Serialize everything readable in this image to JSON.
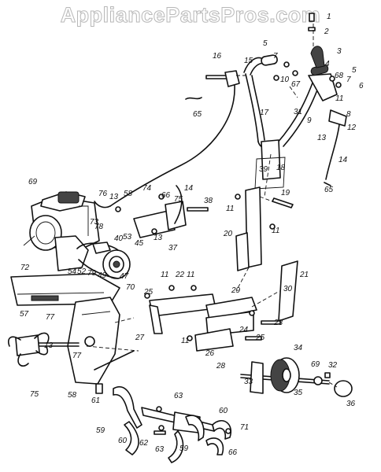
{
  "watermark": "AppliancePartsPros.com",
  "callouts": [
    {
      "id": "c1",
      "label": "1"
    },
    {
      "id": "c2",
      "label": "2"
    },
    {
      "id": "c3",
      "label": "3"
    },
    {
      "id": "c4",
      "label": "4"
    },
    {
      "id": "c5a",
      "label": "5"
    },
    {
      "id": "c5b",
      "label": "5"
    },
    {
      "id": "c6",
      "label": "6"
    },
    {
      "id": "c7a",
      "label": "7"
    },
    {
      "id": "c7b",
      "label": "7"
    },
    {
      "id": "c8",
      "label": "8"
    },
    {
      "id": "c9",
      "label": "9"
    },
    {
      "id": "c10",
      "label": "10"
    },
    {
      "id": "c11a",
      "label": "11"
    },
    {
      "id": "c11b",
      "label": "11"
    },
    {
      "id": "c11c",
      "label": "11"
    },
    {
      "id": "c11d",
      "label": "11"
    },
    {
      "id": "c11e",
      "label": "11"
    },
    {
      "id": "c11f",
      "label": "11"
    },
    {
      "id": "c12",
      "label": "12"
    },
    {
      "id": "c13a",
      "label": "13"
    },
    {
      "id": "c13b",
      "label": "13"
    },
    {
      "id": "c13c",
      "label": "13"
    },
    {
      "id": "c13d",
      "label": "13"
    },
    {
      "id": "c14a",
      "label": "14"
    },
    {
      "id": "c14b",
      "label": "14"
    },
    {
      "id": "c15",
      "label": "15"
    },
    {
      "id": "c16",
      "label": "16"
    },
    {
      "id": "c17",
      "label": "17"
    },
    {
      "id": "c18",
      "label": "18"
    },
    {
      "id": "c19",
      "label": "19"
    },
    {
      "id": "c20",
      "label": "20"
    },
    {
      "id": "c21",
      "label": "21"
    },
    {
      "id": "c22",
      "label": "22"
    },
    {
      "id": "c23",
      "label": "23"
    },
    {
      "id": "c24",
      "label": "24"
    },
    {
      "id": "c25a",
      "label": "25"
    },
    {
      "id": "c25b",
      "label": "25"
    },
    {
      "id": "c26",
      "label": "26"
    },
    {
      "id": "c27",
      "label": "27"
    },
    {
      "id": "c28",
      "label": "28"
    },
    {
      "id": "c29",
      "label": "29"
    },
    {
      "id": "c30",
      "label": "30"
    },
    {
      "id": "c31",
      "label": "31"
    },
    {
      "id": "c32",
      "label": "32"
    },
    {
      "id": "c33",
      "label": "33"
    },
    {
      "id": "c34",
      "label": "34"
    },
    {
      "id": "c35",
      "label": "35"
    },
    {
      "id": "c36",
      "label": "36"
    },
    {
      "id": "c37",
      "label": "37"
    },
    {
      "id": "c38",
      "label": "38"
    },
    {
      "id": "c39",
      "label": "39"
    },
    {
      "id": "c40",
      "label": "40"
    },
    {
      "id": "c45",
      "label": "45"
    },
    {
      "id": "c47",
      "label": "47"
    },
    {
      "id": "c49",
      "label": "49"
    },
    {
      "id": "c52",
      "label": "52"
    },
    {
      "id": "c53",
      "label": "53"
    },
    {
      "id": "c54",
      "label": "54"
    },
    {
      "id": "c57",
      "label": "57"
    },
    {
      "id": "c58a",
      "label": "58"
    },
    {
      "id": "c58b",
      "label": "58"
    },
    {
      "id": "c59a",
      "label": "59"
    },
    {
      "id": "c59b",
      "label": "59"
    },
    {
      "id": "c60a",
      "label": "60"
    },
    {
      "id": "c60b",
      "label": "60"
    },
    {
      "id": "c61",
      "label": "61"
    },
    {
      "id": "c62",
      "label": "62"
    },
    {
      "id": "c63a",
      "label": "63"
    },
    {
      "id": "c63b",
      "label": "63"
    },
    {
      "id": "c65a",
      "label": "65"
    },
    {
      "id": "c65b",
      "label": "65"
    },
    {
      "id": "c66a",
      "label": "66"
    },
    {
      "id": "c66b",
      "label": "66"
    },
    {
      "id": "c67",
      "label": "67"
    },
    {
      "id": "c68",
      "label": "68"
    },
    {
      "id": "c69a",
      "label": "69"
    },
    {
      "id": "c69b",
      "label": "69"
    },
    {
      "id": "c70",
      "label": "70"
    },
    {
      "id": "c71",
      "label": "71"
    },
    {
      "id": "c72",
      "label": "72"
    },
    {
      "id": "c73",
      "label": "73"
    },
    {
      "id": "c74",
      "label": "74"
    },
    {
      "id": "c75a",
      "label": "75"
    },
    {
      "id": "c75b",
      "label": "75"
    },
    {
      "id": "c76",
      "label": "76"
    },
    {
      "id": "c77a",
      "label": "77"
    },
    {
      "id": "c77b",
      "label": "77"
    },
    {
      "id": "c78",
      "label": "78"
    },
    {
      "id": "c79",
      "label": "79"
    }
  ]
}
